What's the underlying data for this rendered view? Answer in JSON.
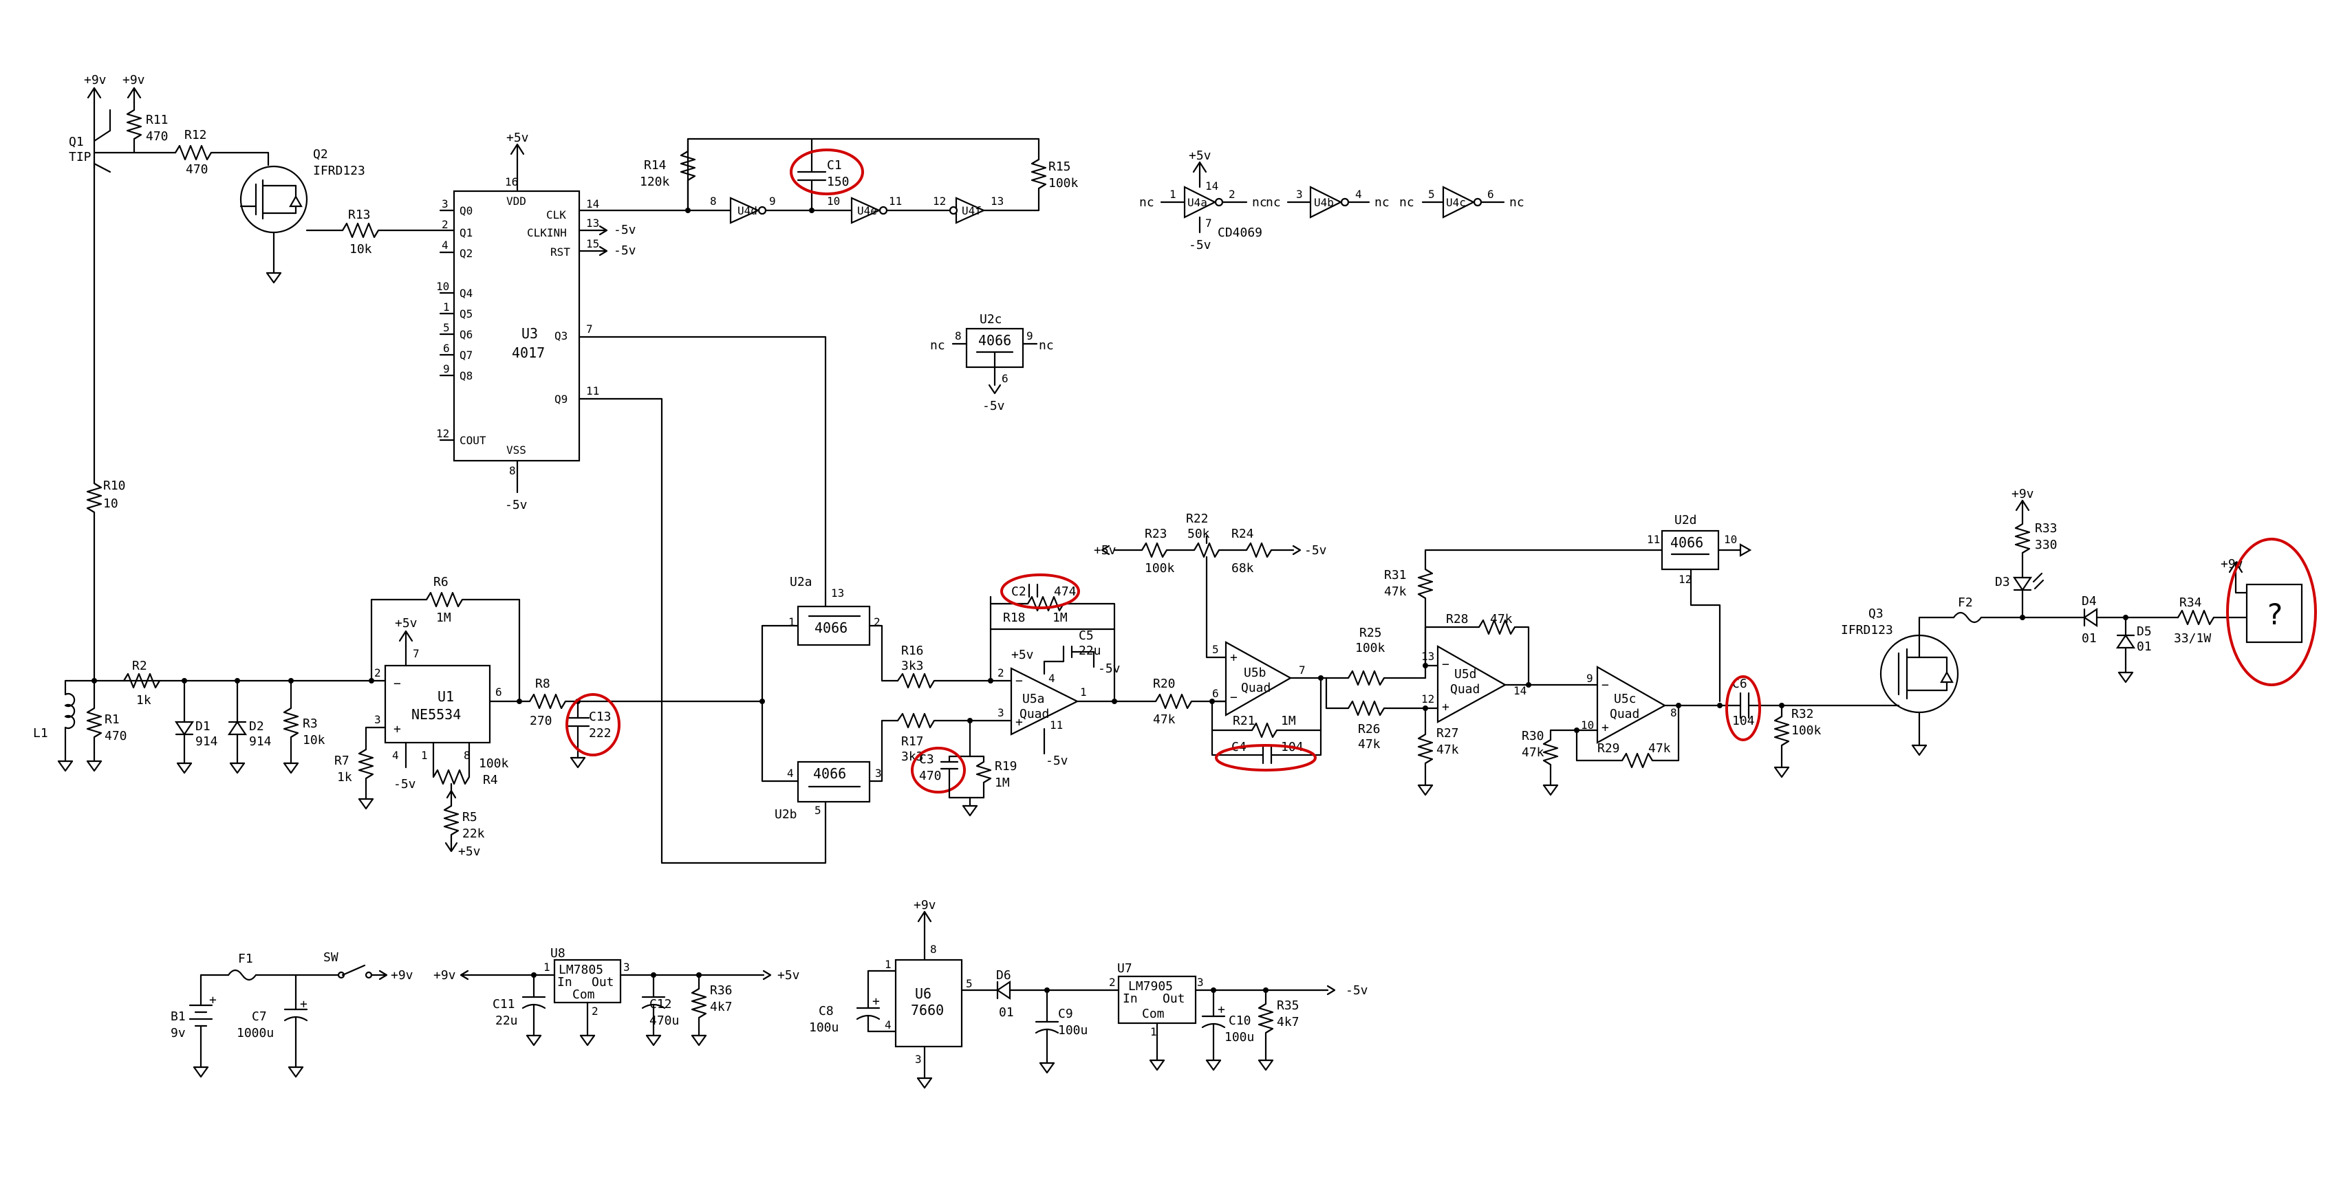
{
  "colors": {
    "line": "#000000",
    "highlight": "#d10000",
    "background": "#ffffff"
  },
  "q1": {
    "ref": "Q1",
    "val": "TIP"
  },
  "q2": {
    "ref": "Q2",
    "val": "IFRD123"
  },
  "q3": {
    "ref": "Q3",
    "val": "IFRD123"
  },
  "rails": {
    "p9": "+9v",
    "p5": "+5v",
    "m5": "-5v"
  },
  "r1": {
    "ref": "R1",
    "val": "470"
  },
  "r2": {
    "ref": "R2",
    "val": "1k"
  },
  "r3": {
    "ref": "R3",
    "val": "10k"
  },
  "r4": {
    "ref": "R4",
    "val": "100k"
  },
  "r5": {
    "ref": "R5",
    "val": "22k"
  },
  "r6": {
    "ref": "R6",
    "val": "1M"
  },
  "r7": {
    "ref": "R7",
    "val": "1k"
  },
  "r8": {
    "ref": "R8",
    "val": "270"
  },
  "r10": {
    "ref": "R10",
    "val": "10"
  },
  "r11": {
    "ref": "R11",
    "val": "470"
  },
  "r12": {
    "ref": "R12",
    "val": "470"
  },
  "r13": {
    "ref": "R13",
    "val": "10k"
  },
  "r14": {
    "ref": "R14",
    "val": "120k"
  },
  "r15": {
    "ref": "R15",
    "val": "100k"
  },
  "r16": {
    "ref": "R16",
    "val": "3k3"
  },
  "r17": {
    "ref": "R17",
    "val": "3k3"
  },
  "r18": {
    "ref": "R18",
    "val": "1M"
  },
  "r19": {
    "ref": "R19",
    "val": "1M"
  },
  "r20": {
    "ref": "R20",
    "val": "47k"
  },
  "r21": {
    "ref": "R21",
    "val": "1M"
  },
  "r22": {
    "ref": "R22",
    "val": "50k"
  },
  "r23": {
    "ref": "R23",
    "val": "100k"
  },
  "r24": {
    "ref": "R24",
    "val": "68k"
  },
  "r25": {
    "ref": "R25",
    "val": "100k"
  },
  "r26": {
    "ref": "R26",
    "val": "47k"
  },
  "r27": {
    "ref": "R27",
    "val": "47k"
  },
  "r28": {
    "ref": "R28",
    "val": "47k"
  },
  "r29": {
    "ref": "R29",
    "val": "47k"
  },
  "r30": {
    "ref": "R30",
    "val": "47k"
  },
  "r31": {
    "ref": "R31",
    "val": "47k"
  },
  "r32": {
    "ref": "R32",
    "val": "100k"
  },
  "r33": {
    "ref": "R33",
    "val": "330"
  },
  "r34": {
    "ref": "R34",
    "val": "33/1W"
  },
  "r35": {
    "ref": "R35",
    "val": "4k7"
  },
  "r36": {
    "ref": "R36",
    "val": "4k7"
  },
  "c1": {
    "ref": "C1",
    "val": "150"
  },
  "c2": {
    "ref": "C2",
    "val": "474"
  },
  "c3": {
    "ref": "C3",
    "val": "470"
  },
  "c4": {
    "ref": "C4",
    "val": "104"
  },
  "c5": {
    "ref": "C5",
    "val": "22u"
  },
  "c6": {
    "ref": "C6",
    "val": "104"
  },
  "c7": {
    "ref": "C7",
    "val": "1000u"
  },
  "c8": {
    "ref": "C8",
    "val": "100u"
  },
  "c9": {
    "ref": "C9",
    "val": "100u"
  },
  "c10": {
    "ref": "C10",
    "val": "100u"
  },
  "c11": {
    "ref": "C11",
    "val": "22u"
  },
  "c12": {
    "ref": "C12",
    "val": "470u"
  },
  "c13": {
    "ref": "C13",
    "val": "222"
  },
  "d1": {
    "ref": "D1",
    "val": "914"
  },
  "d2": {
    "ref": "D2",
    "val": "914"
  },
  "d3": {
    "ref": "D3"
  },
  "d4": {
    "ref": "D4",
    "val": "01"
  },
  "d5": {
    "ref": "D5",
    "val": "01"
  },
  "d6": {
    "ref": "D6",
    "val": "01"
  },
  "l1": {
    "ref": "L1"
  },
  "f1": {
    "ref": "F1"
  },
  "f2": {
    "ref": "F2"
  },
  "sw": {
    "ref": "SW"
  },
  "b1": {
    "ref": "B1",
    "val": "9v"
  },
  "u1": {
    "ref": "U1",
    "val": "NE5534"
  },
  "u2a": {
    "ref": "U2a",
    "val": "4066"
  },
  "u2b": {
    "ref": "U2b",
    "val": "4066"
  },
  "u2c": {
    "ref": "U2c",
    "val": "4066"
  },
  "u2d": {
    "ref": "U2d",
    "val": "4066"
  },
  "u3": {
    "ref": "U3",
    "val": "4017",
    "pins": [
      "Q0",
      "Q1",
      "Q2",
      "Q4",
      "Q5",
      "Q6",
      "Q7",
      "Q8",
      "COUT",
      "VDD",
      "CLK",
      "CLKINH",
      "RST",
      "Q3",
      "Q9",
      "VSS"
    ]
  },
  "u4": {
    "a": "U4a",
    "b": "U4b",
    "c": "U4c",
    "d": "U4d",
    "e": "U4e",
    "f": "U4f",
    "part": "CD4069",
    "nc": "nc"
  },
  "u5a": {
    "ref": "U5a",
    "val": "Quad"
  },
  "u5b": {
    "ref": "U5b",
    "val": "Quad"
  },
  "u5c": {
    "ref": "U5c",
    "val": "Quad"
  },
  "u5d": {
    "ref": "U5d",
    "val": "Quad"
  },
  "u6": {
    "ref": "U6",
    "val": "7660"
  },
  "u7": {
    "ref": "U7",
    "val": "LM7905",
    "in": "In",
    "out": "Out",
    "com": "Com"
  },
  "u8": {
    "ref": "U8",
    "val": "LM7805",
    "in": "In",
    "out": "Out",
    "com": "Com"
  },
  "unknown": {
    "symbol": "?"
  }
}
